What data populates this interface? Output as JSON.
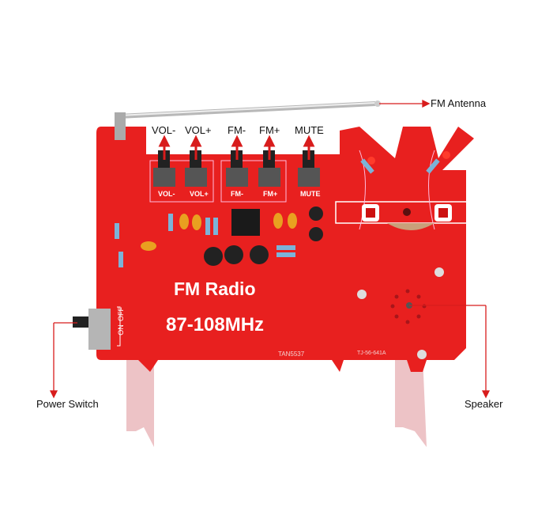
{
  "callouts": {
    "antenna": "FM Antenna",
    "power_switch": "Power Switch",
    "speaker": "Speaker"
  },
  "buttons": [
    {
      "label": "VOL-",
      "silk": "VOL-"
    },
    {
      "label": "VOL+",
      "silk": "VOL+"
    },
    {
      "label": "FM-",
      "silk": "FM-"
    },
    {
      "label": "FM+",
      "silk": "FM+"
    },
    {
      "label": "MUTE",
      "silk": "MUTE"
    }
  ],
  "board": {
    "title": "FM Radio",
    "frequency": "87-108MHz",
    "switch_on": "ON",
    "switch_off": "OFF",
    "code1": "TAN5537",
    "code2": "TJ-56-641A"
  },
  "colors": {
    "pcb": "#e8201f",
    "arrow": "#d81c1c",
    "leg": "#e9b8bb"
  }
}
